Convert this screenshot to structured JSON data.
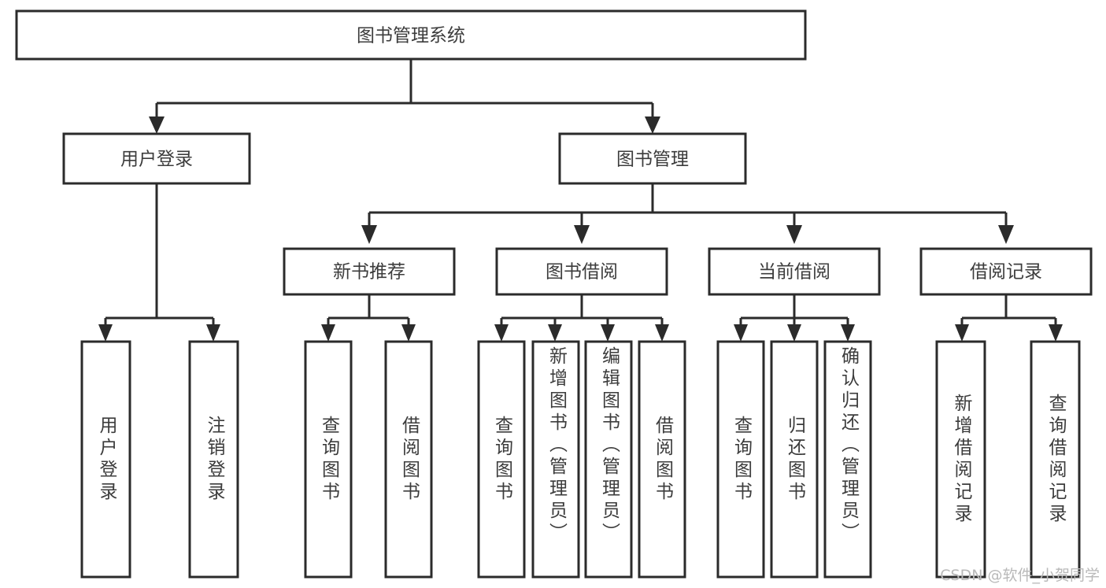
{
  "diagram": {
    "type": "tree-hierarchy-chart",
    "title": "图书管理系统",
    "orientation": "top-down",
    "colors": {
      "box_stroke": "#2b2b2b",
      "box_fill": "#ffffff",
      "connector": "#2b2b2b",
      "label_text": "#3c3c3c",
      "watermark_text": "#b9b9b9",
      "background": "#ffffff"
    }
  },
  "root": {
    "label": "图书管理系统"
  },
  "level2": [
    {
      "id": "user-login",
      "label": "用户登录"
    },
    {
      "id": "book-management",
      "label": "图书管理"
    }
  ],
  "level3": [
    {
      "id": "new-book-recommend",
      "label": "新书推荐",
      "parent": "book-management"
    },
    {
      "id": "book-borrow",
      "label": "图书借阅",
      "parent": "book-management"
    },
    {
      "id": "current-borrow",
      "label": "当前借阅",
      "parent": "book-management"
    },
    {
      "id": "borrow-record",
      "label": "借阅记录",
      "parent": "book-management"
    }
  ],
  "leaves": [
    {
      "id": "leaf-user-login",
      "label": "用户登录",
      "parent": "user-login"
    },
    {
      "id": "leaf-logout-login",
      "label": "注销登录",
      "parent": "user-login"
    },
    {
      "id": "leaf-query-book-1",
      "label": "查询图书",
      "parent": "new-book-recommend"
    },
    {
      "id": "leaf-borrow-book-1",
      "label": "借阅图书",
      "parent": "new-book-recommend"
    },
    {
      "id": "leaf-query-book-2",
      "label": "查询图书",
      "parent": "book-borrow"
    },
    {
      "id": "leaf-add-book-admin",
      "label": "新增图书（管理员）",
      "parent": "book-borrow"
    },
    {
      "id": "leaf-edit-book-admin",
      "label": "编辑图书（管理员）",
      "parent": "book-borrow"
    },
    {
      "id": "leaf-borrow-book-2",
      "label": "借阅图书",
      "parent": "book-borrow"
    },
    {
      "id": "leaf-query-book-3",
      "label": "查询图书",
      "parent": "current-borrow"
    },
    {
      "id": "leaf-return-book",
      "label": "归还图书",
      "parent": "current-borrow"
    },
    {
      "id": "leaf-confirm-return-admin",
      "label": "确认归还（管理员）",
      "parent": "current-borrow"
    },
    {
      "id": "leaf-add-borrow-record",
      "label": "新增借阅记录",
      "parent": "borrow-record"
    },
    {
      "id": "leaf-query-borrow-record",
      "label": "查询借阅记录",
      "parent": "borrow-record"
    }
  ],
  "watermark": {
    "text": "CSDN @软件_小贺同学"
  }
}
